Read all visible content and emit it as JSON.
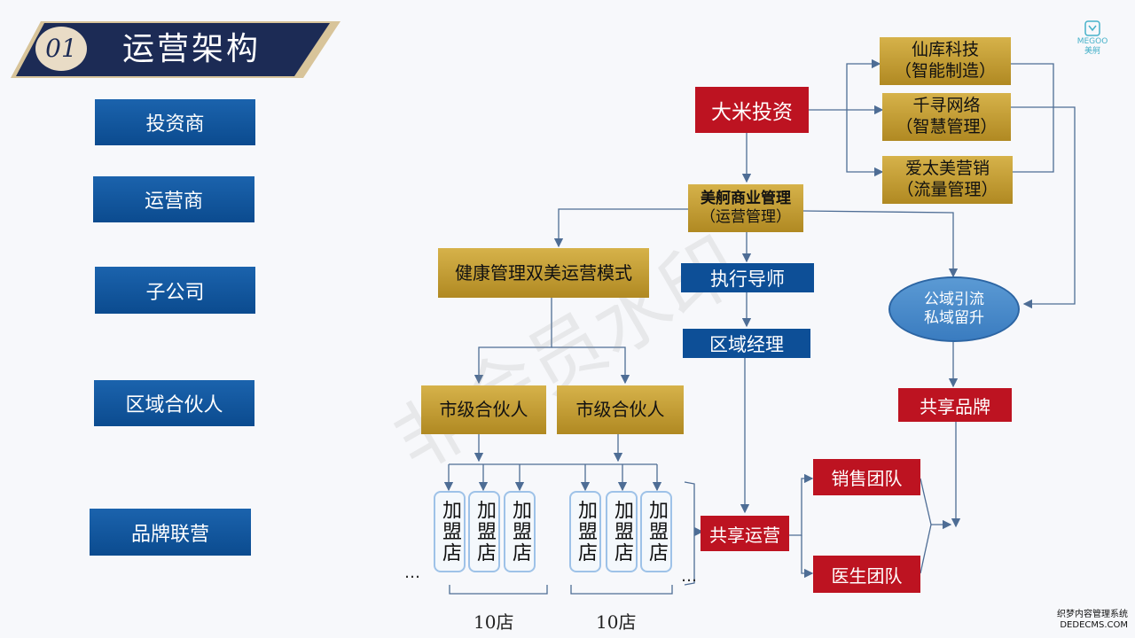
{
  "header": {
    "number": "01",
    "title": "运营架构"
  },
  "sidebar": [
    "投资商",
    "运营商",
    "子公司",
    "区域合伙人",
    "品牌联营"
  ],
  "investor": "大米投资",
  "partners": [
    {
      "name": "仙库科技",
      "sub": "（智能制造）"
    },
    {
      "name": "千寻网络",
      "sub": "（智慧管理）"
    },
    {
      "name": "爱太美营销",
      "sub": "（流量管理）"
    }
  ],
  "ops_company": {
    "name": "美舸商业管理",
    "sub": "（运营管理）"
  },
  "health_mode": "健康管理双美运营模式",
  "mentor": "执行导师",
  "regional_manager": "区域经理",
  "traffic": {
    "line1": "公域引流",
    "line2": "私域留升"
  },
  "shared_brand": "共享品牌",
  "city_partners": [
    "市级合伙人",
    "市级合伙人"
  ],
  "store_label": "加盟店",
  "store_group_count": "10店",
  "ellipsis": "…",
  "shared_ops": "共享运营",
  "sales_team": "销售团队",
  "doctor_team": "医生团队",
  "logo": {
    "brand": "MEGOO",
    "cn": "美舸"
  },
  "watermark": "非会员水印",
  "footer": {
    "line1": "织梦内容管理系统",
    "line2": "DEDECMS.COM"
  },
  "colors": {
    "navy": "#1c2b55",
    "gold": "#c9a23a",
    "red": "#bd1321",
    "blue": "#0d4f97"
  }
}
